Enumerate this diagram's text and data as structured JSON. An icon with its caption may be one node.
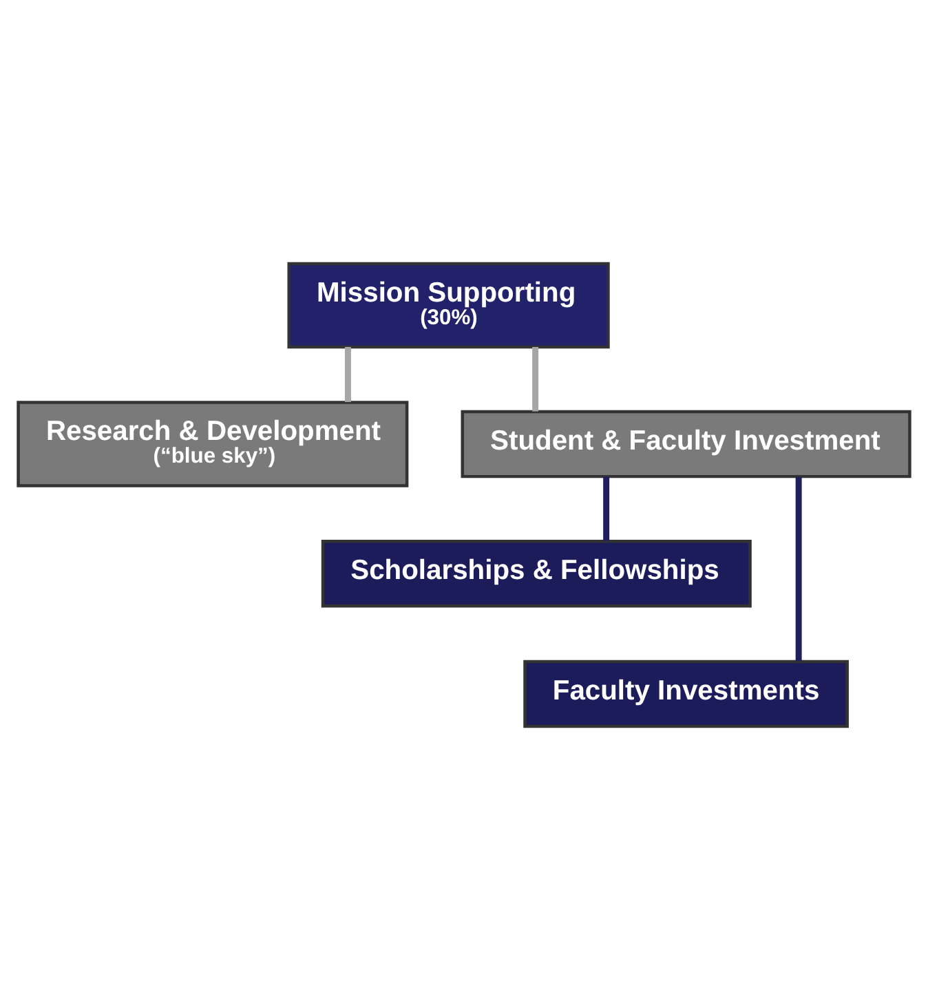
{
  "diagram": {
    "nodes": [
      {
        "text": [
          "Mission Supporting",
          "(30%)"
        ]
      },
      {
        "text": [
          "Research & Development",
          "(“blue sky”)"
        ]
      },
      {
        "text": [
          "Student & Faculty Investment"
        ]
      },
      {
        "text": [
          "Scholarships & Fellowships"
        ]
      },
      {
        "text": [
          "Faculty Investments"
        ]
      }
    ],
    "edges": [
      {
        "from": 0,
        "to": 1,
        "arrow": "none",
        "color": "#a6a6a6"
      },
      {
        "from": 0,
        "to": 2,
        "arrow": "none",
        "color": "#a6a6a6"
      },
      {
        "from": 2,
        "to": 3,
        "arrow": "none",
        "color": "#1f1f5e"
      },
      {
        "from": 2,
        "to": 4,
        "arrow": "none",
        "color": "#1f1f5e"
      }
    ]
  }
}
